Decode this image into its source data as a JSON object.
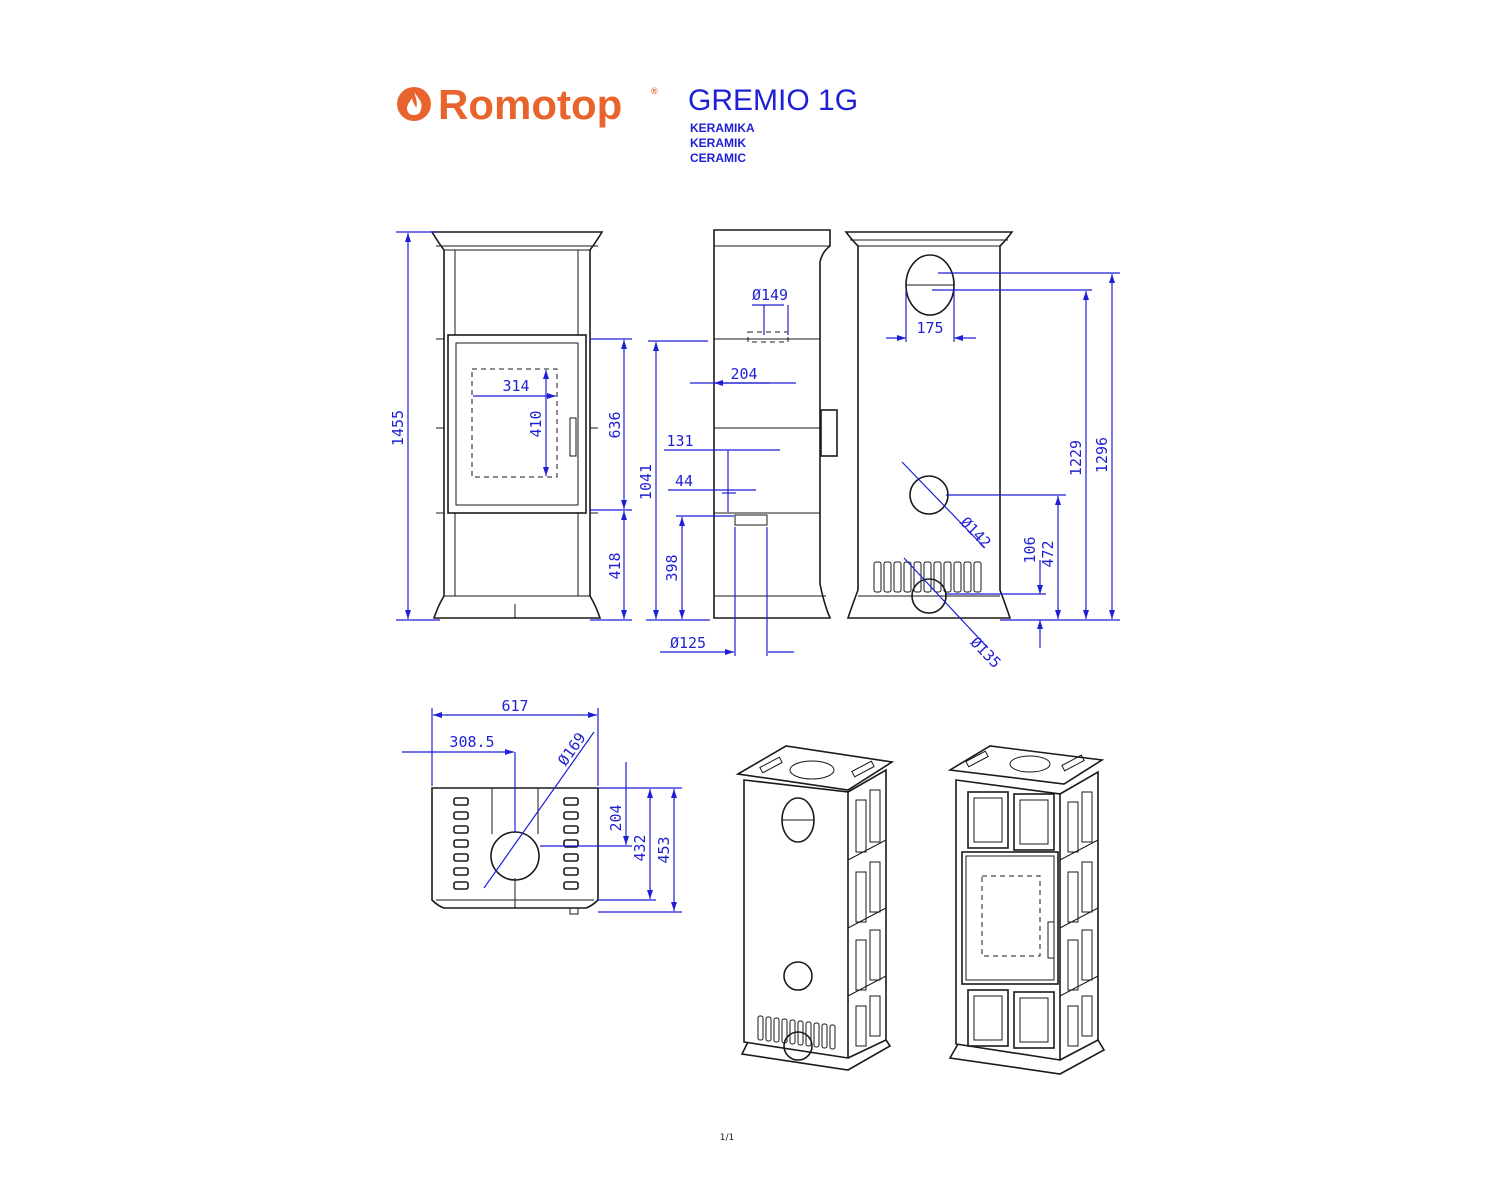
{
  "header": {
    "brand": "Romotop",
    "model": "GREMIO 1G",
    "material_lines": [
      "KERAMIKA",
      "KERAMIK",
      "CERAMIC"
    ],
    "brand_color": "#e8642c",
    "text_color": "#1f1fd6"
  },
  "front_view": {
    "overall_height": "1455",
    "window_height": "636",
    "base_height": "418",
    "inner_width": "314",
    "inner_height": "410"
  },
  "side_view": {
    "top_outlet": "Ø149",
    "outlet_offset": "204",
    "air_inlet_offset": "131",
    "air_inlet_small": "44",
    "total_height": "1041",
    "inlet_height": "398",
    "bottom_pipe": "Ø125"
  },
  "rear_view": {
    "outlet_offset": "175",
    "height_a": "1229",
    "height_b": "1296",
    "rear_outlet": "Ø142",
    "offset_small": "106",
    "height_c": "472",
    "bottom_outlet": "Ø135"
  },
  "top_view": {
    "width": "617",
    "center": "308.5",
    "diameter": "Ø169",
    "depth_a": "204",
    "depth_b": "432",
    "depth_c": "453"
  },
  "footer": {
    "page": "1/1"
  }
}
